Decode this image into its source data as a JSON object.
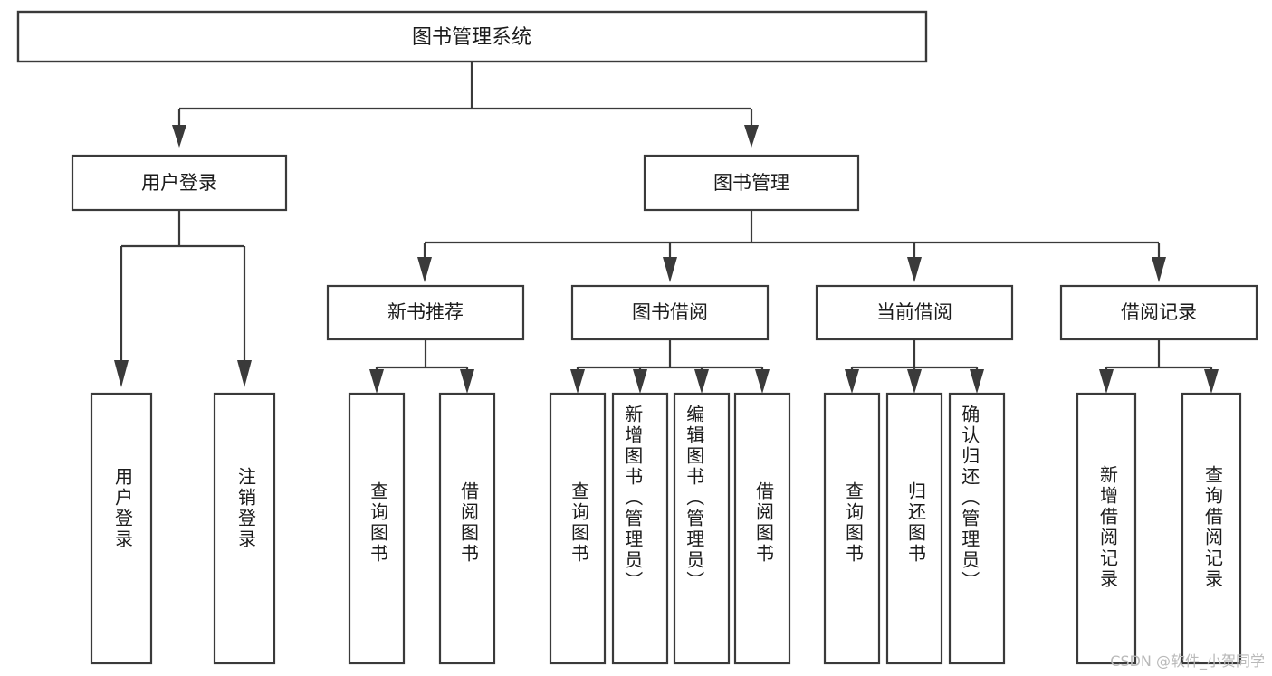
{
  "diagram": {
    "title": "图书管理系统",
    "type": "tree",
    "watermark": "CSDN @软件_小贺同学",
    "nodes": {
      "root": {
        "label": "图书管理系统",
        "orientation": "horizontal"
      },
      "l2": [
        {
          "label": "用户登录",
          "orientation": "horizontal"
        },
        {
          "label": "图书管理",
          "orientation": "horizontal"
        }
      ],
      "l3": [
        {
          "label": "新书推荐",
          "orientation": "horizontal"
        },
        {
          "label": "图书借阅",
          "orientation": "horizontal"
        },
        {
          "label": "当前借阅",
          "orientation": "horizontal"
        },
        {
          "label": "借阅记录",
          "orientation": "horizontal"
        }
      ],
      "leaves": {
        "user_login": [
          {
            "label": "用户登录",
            "orientation": "vertical"
          },
          {
            "label": "注销登录",
            "orientation": "vertical"
          }
        ],
        "new_book": [
          {
            "label": "查询图书",
            "orientation": "vertical"
          },
          {
            "label": "借阅图书",
            "orientation": "vertical"
          }
        ],
        "book_borrow": [
          {
            "label": "查询图书",
            "orientation": "vertical"
          },
          {
            "label": "新增图书（管理员）",
            "orientation": "vertical"
          },
          {
            "label": "编辑图书（管理员）",
            "orientation": "vertical"
          },
          {
            "label": "借阅图书",
            "orientation": "vertical"
          }
        ],
        "current_borrow": [
          {
            "label": "查询图书",
            "orientation": "vertical"
          },
          {
            "label": "归还图书",
            "orientation": "vertical"
          },
          {
            "label": "确认归还（管理员）",
            "orientation": "vertical"
          }
        ],
        "borrow_record": [
          {
            "label": "新增借阅记录",
            "orientation": "vertical"
          },
          {
            "label": "查询借阅记录",
            "orientation": "vertical"
          }
        ]
      }
    },
    "colors": {
      "box_stroke": "#3a3a3a",
      "box_fill": "#ffffff",
      "text": "#1b1b1b",
      "connector": "#3a3a3a",
      "watermark": "#b9b9b9",
      "background": "#ffffff"
    }
  }
}
